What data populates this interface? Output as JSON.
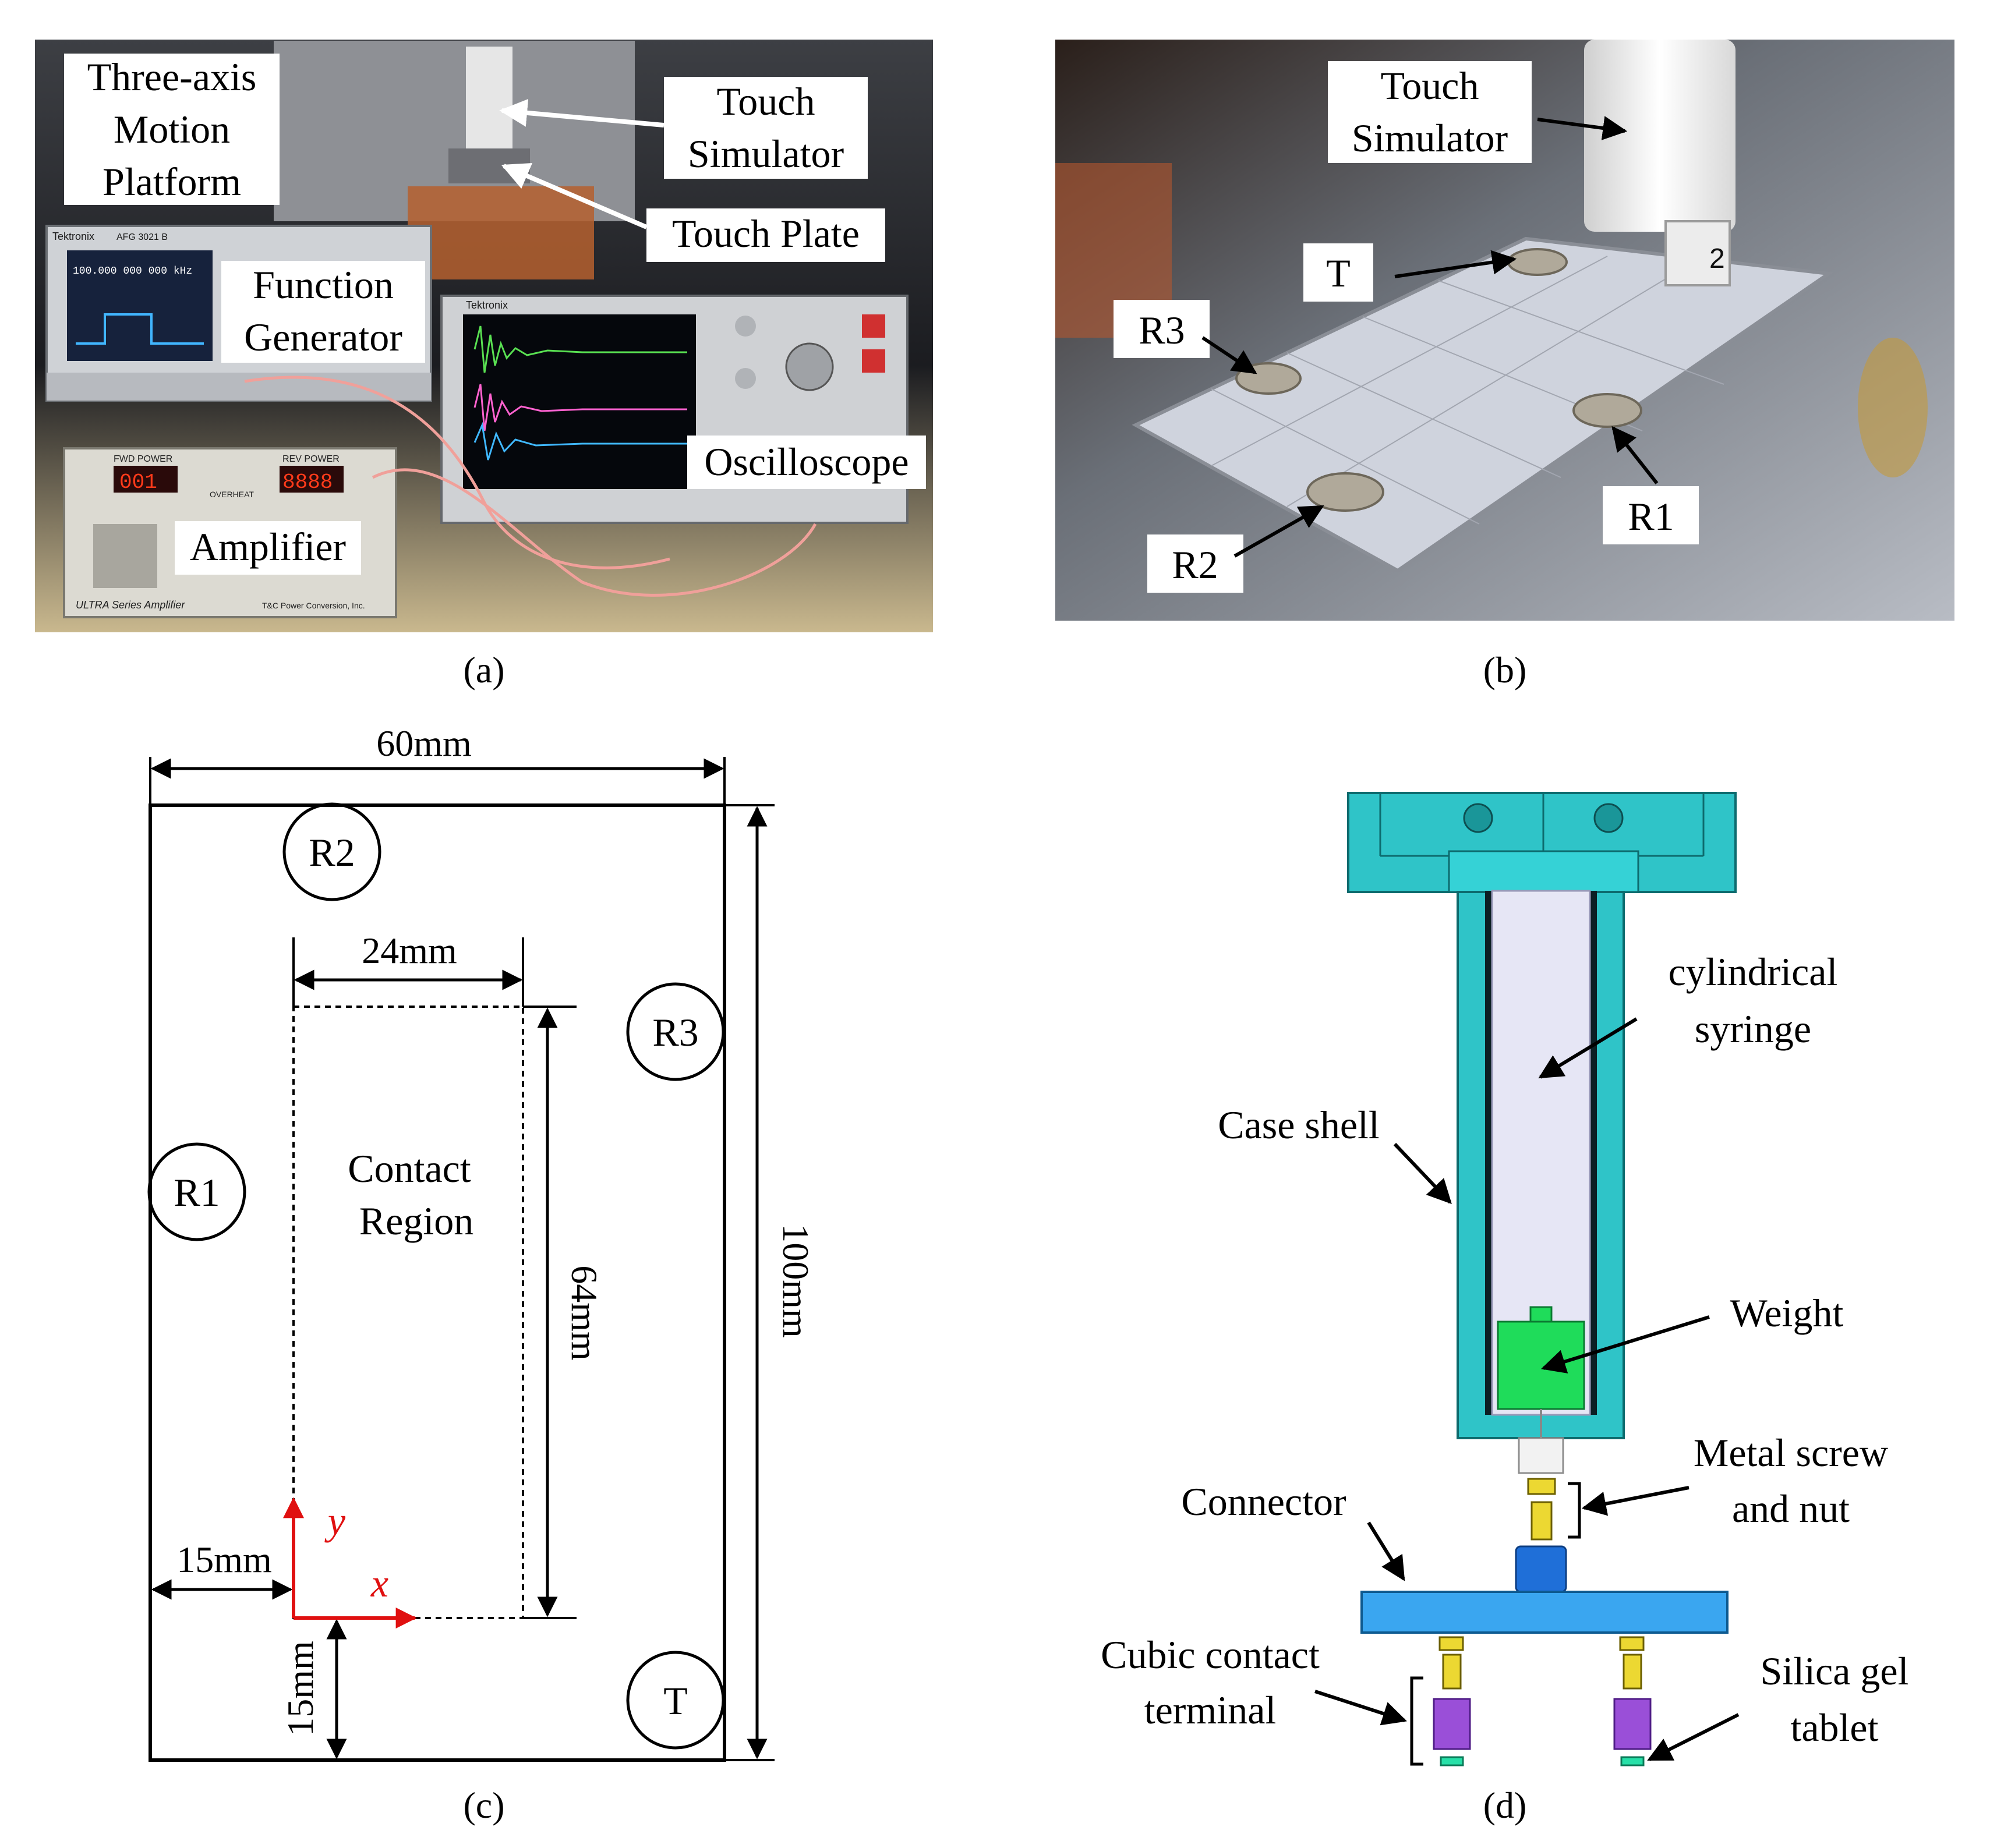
{
  "panel_a": {
    "caption": "(a)",
    "labels": {
      "motion_platform": [
        "Three-axis",
        "Motion",
        "Platform"
      ],
      "touch_simulator": [
        "Touch",
        "Simulator"
      ],
      "touch_plate": "Touch Plate",
      "function_generator": [
        "Function",
        "Generator"
      ],
      "oscilloscope": "Oscilloscope",
      "amplifier": "Amplifier"
    },
    "device_text": {
      "generator_brand": "Tektronix",
      "generator_model": "AFG 3021 B",
      "generator_freq": "100.000 000 000 kHz",
      "amp_fwd_label": "FWD POWER",
      "amp_rev_label": "REV POWER",
      "amp_fwd_value": "001",
      "amp_rev_value": "8888",
      "amp_overheat": "OVERHEAT",
      "amp_series": "ULTRA Series Amplifier",
      "amp_maker": "T&C Power Conversion, Inc.",
      "scope_brand": "Tektronix"
    }
  },
  "panel_b": {
    "caption": "(b)",
    "labels": {
      "touch_simulator": [
        "Touch",
        "Simulator"
      ],
      "t": "T",
      "r1": "R1",
      "r2": "R2",
      "r3": "R3"
    },
    "tip_number": "2"
  },
  "panel_c": {
    "caption": "(c)",
    "dims": {
      "width": "60mm",
      "height": "100mm",
      "region_width": "24mm",
      "region_height": "64mm",
      "offset_x": "15mm",
      "offset_y": "15mm"
    },
    "region_label": [
      "Contact",
      "Region"
    ],
    "sensors": {
      "r1": "R1",
      "r2": "R2",
      "r3": "R3",
      "t": "T"
    },
    "axes": {
      "x": "x",
      "y": "y"
    },
    "axis_color": "#e01010"
  },
  "panel_d": {
    "caption": "(d)",
    "labels": {
      "syringe": [
        "cylindrical",
        "syringe"
      ],
      "case_shell": "Case shell",
      "weight": "Weight",
      "screw": [
        "Metal screw",
        "and nut"
      ],
      "connector": "Connector",
      "cubic": [
        "Cubic contact",
        "terminal"
      ],
      "silica": [
        "Silica gel",
        "tablet"
      ]
    },
    "colors": {
      "shell": "#2fc4c8",
      "syringe": "#e6e6f5",
      "weight": "#1fdc5a",
      "screw": "#ecd832",
      "connector": "#3aa6f0",
      "shaft": "#1f6fd8",
      "terminal": "#9a4fd8",
      "gel": "#27e0a8"
    }
  }
}
